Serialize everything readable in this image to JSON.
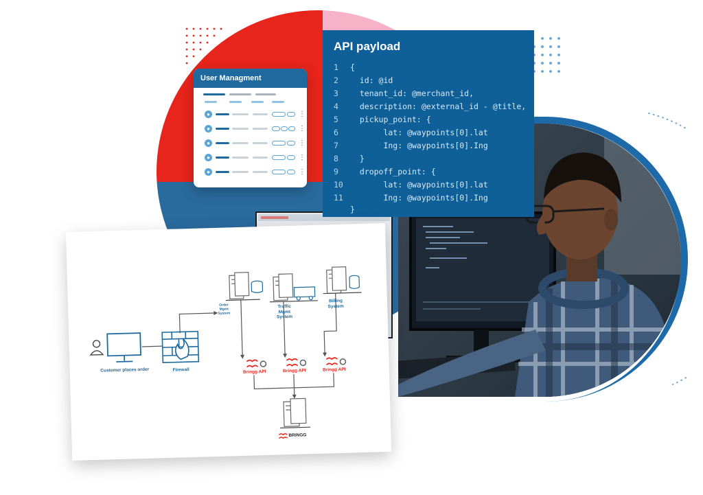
{
  "user_management": {
    "title": "User Managment",
    "rows": 5
  },
  "api_payload": {
    "title": "API payload",
    "lines": [
      {
        "n": "1",
        "text": "{"
      },
      {
        "n": "2",
        "text": "  id: @id"
      },
      {
        "n": "3",
        "text": "  tenant_id: @merchant_id,"
      },
      {
        "n": "4",
        "text": "  description: @external_id - @title,"
      },
      {
        "n": "5",
        "text": "  pickup_point: {"
      },
      {
        "n": "6",
        "text": "       lat: @waypoints[0].lat"
      },
      {
        "n": "7",
        "text": "       Ing: @waypoints[0].Ing"
      },
      {
        "n": "8",
        "text": "  }"
      },
      {
        "n": "9",
        "text": "  dropoff_point: {"
      },
      {
        "n": "10",
        "text": "       lat: @waypoints[0].lat"
      },
      {
        "n": "11",
        "text": "       Ing: @waypoints[0].Ing"
      },
      {
        "n": "",
        "text": "}"
      }
    ]
  },
  "diagram": {
    "customer": "Customer places order",
    "firewall": "Firewall",
    "order_system": "Order Mgmt System",
    "traffic_system": "Traffic Mgmt System",
    "billing_system": "Billing System",
    "bringg_api": "Bringg API",
    "bringg_logo": "BRINGG"
  },
  "colors": {
    "brand_blue": "#0f5f99",
    "brand_red": "#e8251c",
    "accent_pink": "#f6b3c8"
  }
}
